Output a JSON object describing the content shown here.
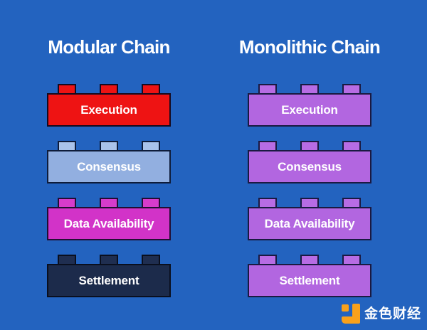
{
  "page": {
    "background": "#2363BF"
  },
  "columns": [
    {
      "title": "Modular Chain",
      "bricks": [
        {
          "label": "Execution",
          "body_color": "#EE1313",
          "stud_color": "#EE1313",
          "outline_color": "#160A1E"
        },
        {
          "label": "Consensus",
          "body_color": "#92AFE0",
          "stud_color": "#A9C3EA",
          "outline_color": "#0E1C3A"
        },
        {
          "label": "Data Availability",
          "body_color": "#D233C8",
          "stud_color": "#D63CCB",
          "outline_color": "#220E33"
        },
        {
          "label": "Settlement",
          "body_color": "#1C2B4B",
          "stud_color": "#1F2E50",
          "outline_color": "#0A0F1E"
        }
      ]
    },
    {
      "title": "Monolithic Chain",
      "bricks": [
        {
          "label": "Execution",
          "body_color": "#B266E0",
          "stud_color": "#B76CE4",
          "outline_color": "#1A1A42"
        },
        {
          "label": "Consensus",
          "body_color": "#B266E0",
          "stud_color": "#B76CE4",
          "outline_color": "#1A1A42"
        },
        {
          "label": "Data Availability",
          "body_color": "#B266E0",
          "stud_color": "#B76CE4",
          "outline_color": "#1A1A42"
        },
        {
          "label": "Settlement",
          "body_color": "#B266E0",
          "stud_color": "#B76CE4",
          "outline_color": "#1A1A42"
        }
      ]
    }
  ],
  "watermark": {
    "brand_text": "金色财经",
    "logo_color": "#F9A11B",
    "text_color": "#FFFFFF"
  }
}
